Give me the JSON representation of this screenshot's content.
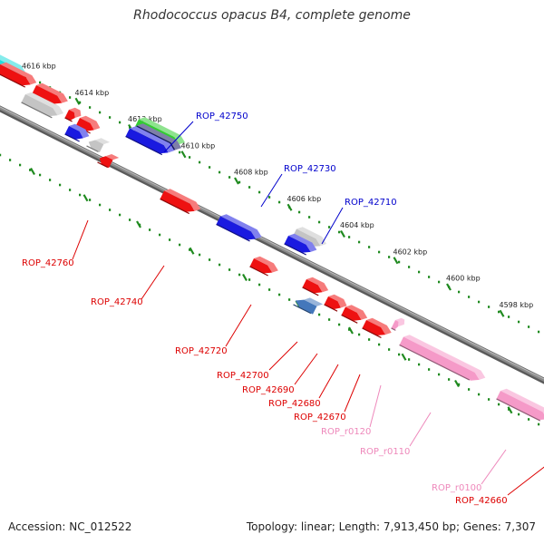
{
  "title": "Rhodococcus opacus B4, complete genome",
  "footer": {
    "accession": "Accession: NC_012522",
    "topology": "Topology: linear; Length: 7,913,450 bp; Genes: 7,307"
  },
  "colors": {
    "backbone": "#8a8a8a",
    "ruler": "#1f8a1f",
    "gene_red": "#ee1111",
    "gene_blue": "#1a1ae0",
    "gene_navy": "#151560",
    "gene_green": "#33cc33",
    "gene_grey": "#c4c4c4",
    "gene_pink": "#f59ac8",
    "gene_cyan": "#22dddd",
    "gene_steel": "#4477bb",
    "label_red": "#dd0000",
    "label_blue": "#0000cc",
    "label_pink": "#ee88bb"
  },
  "scale_marks": [
    {
      "kbp": "4616 kbp"
    },
    {
      "kbp": "4614 kbp"
    },
    {
      "kbp": "4612 kbp"
    },
    {
      "kbp": "4610 kbp"
    },
    {
      "kbp": "4608 kbp"
    },
    {
      "kbp": "4606 kbp"
    },
    {
      "kbp": "4604 kbp"
    },
    {
      "kbp": "4602 kbp"
    },
    {
      "kbp": "4600 kbp"
    },
    {
      "kbp": "4598 kbp"
    }
  ],
  "gene_labels": [
    {
      "text": "ROP_42750",
      "color": "blue"
    },
    {
      "text": "ROP_42730",
      "color": "blue"
    },
    {
      "text": "ROP_42710",
      "color": "blue"
    },
    {
      "text": "ROP_42760",
      "color": "red"
    },
    {
      "text": "ROP_42740",
      "color": "red"
    },
    {
      "text": "ROP_42720",
      "color": "red"
    },
    {
      "text": "ROP_42700",
      "color": "red"
    },
    {
      "text": "ROP_42690",
      "color": "red"
    },
    {
      "text": "ROP_42680",
      "color": "red"
    },
    {
      "text": "ROP_42670",
      "color": "red"
    },
    {
      "text": "ROP_r0120",
      "color": "pink"
    },
    {
      "text": "ROP_r0110",
      "color": "pink"
    },
    {
      "text": "ROP_r0100",
      "color": "pink"
    },
    {
      "text": "ROP_42660",
      "color": "red"
    }
  ],
  "genes": [
    {
      "color": "cyan"
    },
    {
      "color": "red"
    },
    {
      "color": "red"
    },
    {
      "color": "grey"
    },
    {
      "color": "red"
    },
    {
      "color": "red"
    },
    {
      "color": "blue"
    },
    {
      "color": "grey"
    },
    {
      "color": "red"
    },
    {
      "color": "green"
    },
    {
      "color": "navy"
    },
    {
      "color": "blue"
    },
    {
      "color": "red"
    },
    {
      "color": "blue"
    },
    {
      "color": "red"
    },
    {
      "color": "grey"
    },
    {
      "color": "blue"
    },
    {
      "color": "red"
    },
    {
      "color": "steel"
    },
    {
      "color": "red"
    },
    {
      "color": "red"
    },
    {
      "color": "red"
    },
    {
      "color": "pink"
    },
    {
      "color": "pink"
    },
    {
      "color": "pink"
    }
  ]
}
